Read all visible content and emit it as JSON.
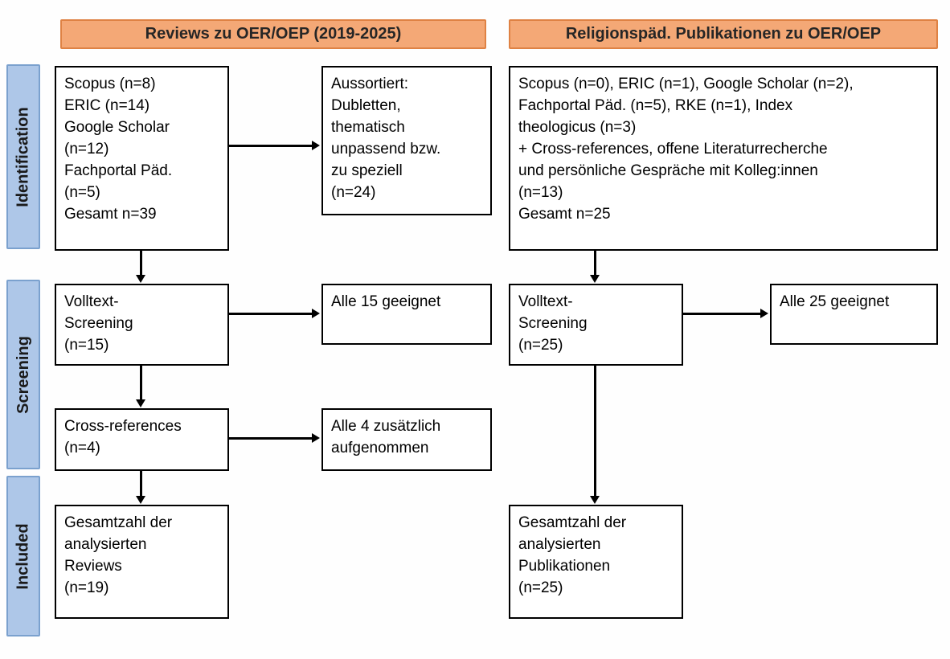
{
  "headers": {
    "left": "Reviews zu OER/OEP (2019-2025)",
    "right": "Religionspäd. Publikationen zu OER/OEP"
  },
  "stages": {
    "identification": "Identification",
    "screening": "Screening",
    "included": "Included"
  },
  "left_column": {
    "identification_box": "Scopus (n=8)\nERIC (n=14)\nGoogle Scholar\n(n=12)\nFachportal Päd.\n(n=5)\nGesamt n=39",
    "excluded_box": "Aussortiert:\nDubletten,\nthematisch\nunpassend bzw.\nzu speziell\n(n=24)",
    "fulltext_box": "Volltext-\nScreening\n(n=15)",
    "fulltext_result_box": "Alle 15 geeignet",
    "crossref_box": "Cross-references\n(n=4)",
    "crossref_result_box": "Alle 4 zusätzlich\naufgenommen",
    "included_box": "Gesamtzahl der\nanalysierten\nReviews\n(n=19)"
  },
  "right_column": {
    "identification_box": "Scopus (n=0), ERIC (n=1), Google Scholar (n=2),\nFachportal Päd. (n=5), RKE (n=1), Index\ntheologicus (n=3)\n+ Cross-references, offene Literaturrecherche\nund persönliche Gespräche mit Kolleg:innen\n(n=13)\nGesamt n=25",
    "fulltext_box": "Volltext-\nScreening\n(n=25)",
    "fulltext_result_box": "Alle 25 geeignet",
    "included_box": "Gesamtzahl der\nanalysierten\nPublikationen\n(n=25)"
  },
  "colors": {
    "header_fill": "#F4A876",
    "header_border": "#DF8244",
    "stage_fill": "#AEC7E8",
    "stage_border": "#7BA1CE",
    "box_border": "#000000",
    "arrow": "#000000"
  }
}
